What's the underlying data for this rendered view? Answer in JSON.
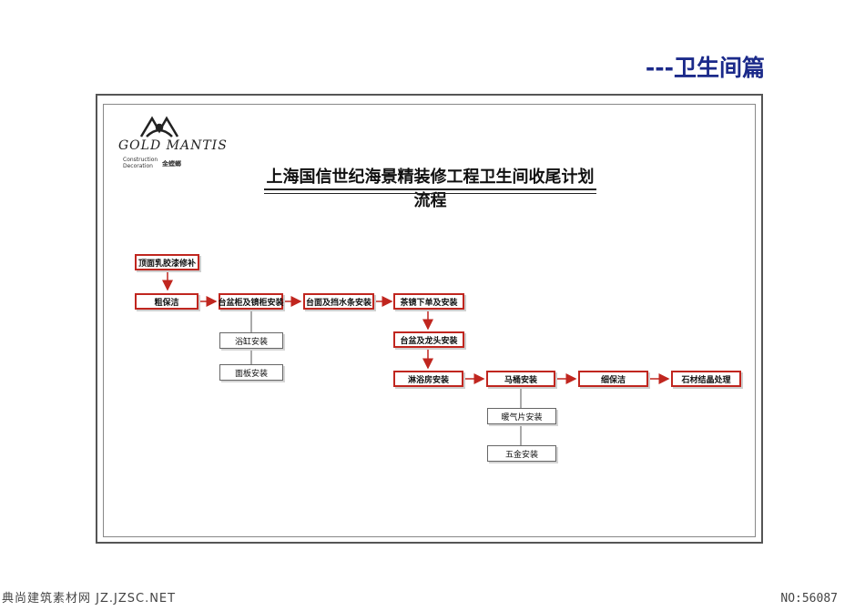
{
  "section_heading": "---卫生间篇",
  "logo": {
    "word": "GOLD MANTIS",
    "sub_line1": "Construction",
    "sub_line2": "Decoration",
    "cn": "金螳螂"
  },
  "title": "上海国信世纪海景精装修工程卫生间收尾计划流程",
  "nodes": {
    "n1": "顶面乳胶漆修补",
    "n2": "粗保洁",
    "n3": "台盆柜及镜柜安装",
    "n4": "台面及挡水条安装",
    "n5": "茶镜下单及安装",
    "n6": "台盆及龙头安装",
    "n7": "淋浴房安装",
    "n8": "马桶安装",
    "n9": "细保洁",
    "n10": "石材结晶处理",
    "s1": "浴缸安装",
    "s2": "面板安装",
    "s3": "暖气片安装",
    "s4": "五金安装"
  },
  "colors": {
    "accent": "#c0261f",
    "heading": "#1b2a8a"
  },
  "footer": {
    "left": "典尚建筑素材网 JZ.JZSC.NET",
    "right": "NO:56087"
  }
}
